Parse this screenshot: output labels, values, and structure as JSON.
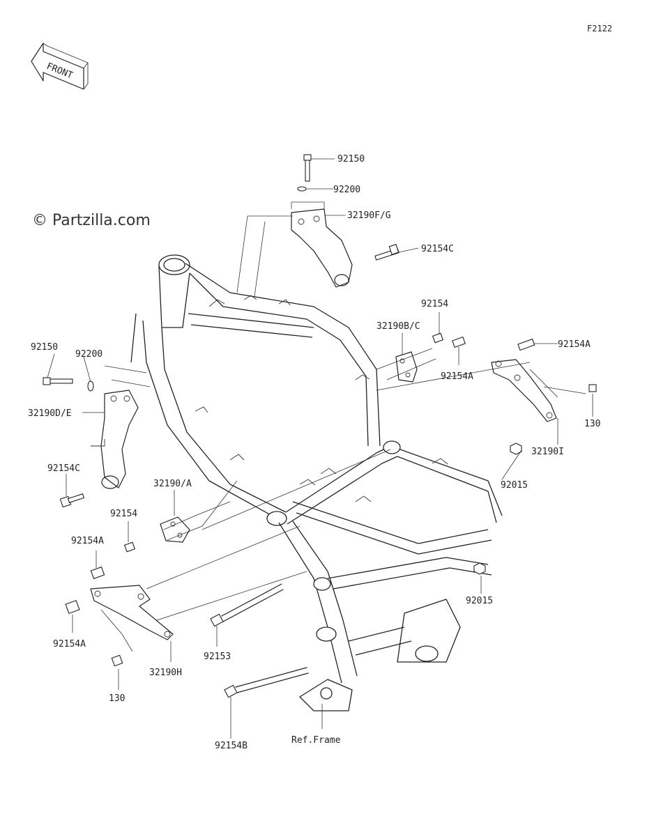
{
  "figure": {
    "number": "F2122"
  },
  "watermark": {
    "text": "© Partzilla.com"
  },
  "direction_badge": {
    "text": "FRONT",
    "icon": "front-arrow-icon"
  },
  "reference": {
    "text": "Ref.Frame"
  },
  "part_labels": [
    "92150",
    "92200",
    "32190F/G",
    "92154C",
    "92154",
    "32190B/C",
    "92154A",
    "92154A",
    "92150",
    "92200",
    "32190D/E",
    "130",
    "32190I",
    "92154C",
    "92015",
    "32190/A",
    "92154",
    "92154A",
    "92015",
    "92154A",
    "92153",
    "32190H",
    "130",
    "92154B"
  ]
}
